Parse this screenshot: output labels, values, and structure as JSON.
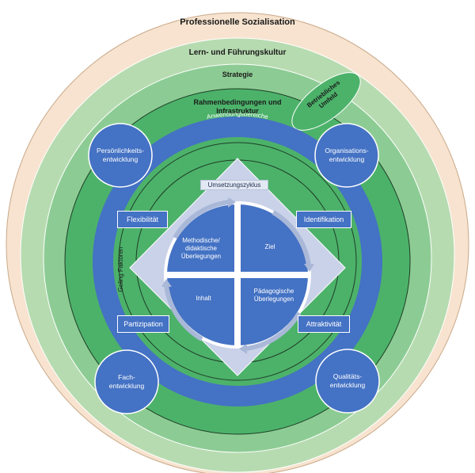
{
  "rings": {
    "outer": "Professionelle Sozialisation",
    "culture": "Lern- und Führungskultur",
    "strategy": "Strategie",
    "framework": "Rahmenbedingungen und\nInfrastruktur",
    "application": "Anwendungsbereiche",
    "environment": "Betriebliches\nUmfeld"
  },
  "success_factors": "Geling Faktoren",
  "development_areas": [
    {
      "label": "Persönlichkeits-\nentwicklung"
    },
    {
      "label": "Organisations-\nentwicklung"
    },
    {
      "label": "Fach-\nentwicklung"
    },
    {
      "label": "Qualitäts-\nentwicklung"
    }
  ],
  "factors": [
    {
      "label": "Flexibilität"
    },
    {
      "label": "Identifikation"
    },
    {
      "label": "Partizipation"
    },
    {
      "label": "Attraktivität"
    }
  ],
  "cycle": {
    "title": "Umsetzungszyklus",
    "quadrants": [
      {
        "label": "Methodische/\ndidaktische\nÜberlegungen"
      },
      {
        "label": "Ziel"
      },
      {
        "label": "Inhalt"
      },
      {
        "label": "Pädagogische\nÜberlegungen"
      }
    ]
  },
  "colors": {
    "outer_ring": "#f7e3cf",
    "culture_ring": "#b6dbb0",
    "strategy_ring": "#8ccc94",
    "inner_green": "#4cb26a",
    "blue": "#4472c4",
    "light_blue": "#d0d8ea"
  }
}
